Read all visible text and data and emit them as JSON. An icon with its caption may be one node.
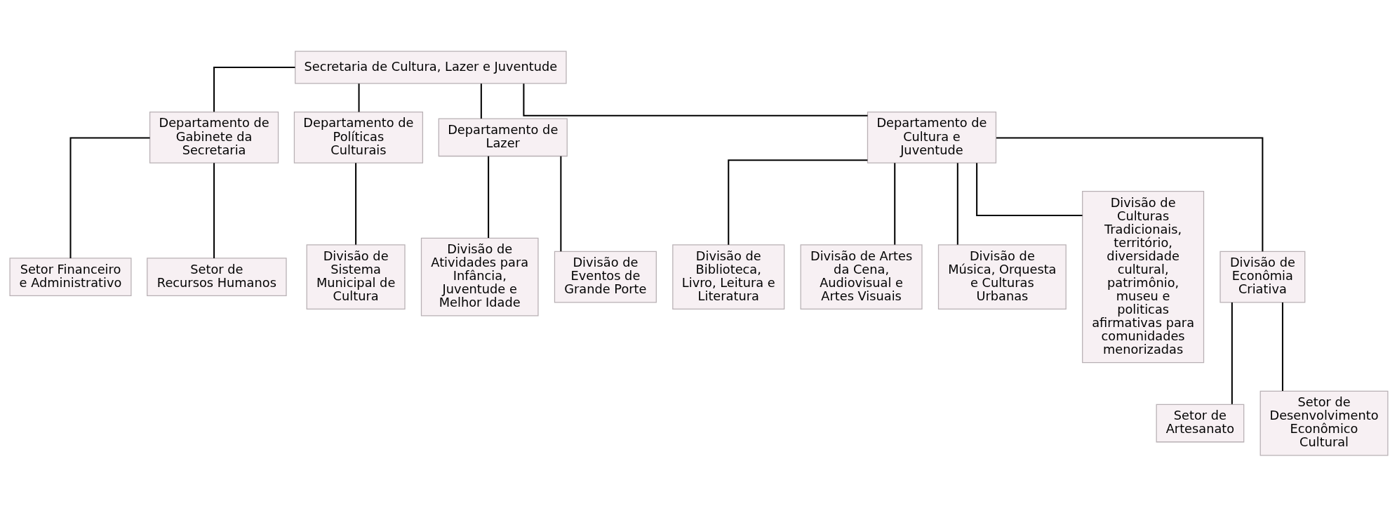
{
  "diagram": {
    "nodes": [
      {
        "text": [
          "Secretaria de Cultura, Lazer e Juventude"
        ]
      },
      {
        "text": [
          "Departamento de Gabinete da Secretaria"
        ]
      },
      {
        "text": [
          "Departamento de Políticas Culturais"
        ]
      },
      {
        "text": [
          "Departamento de Lazer"
        ]
      },
      {
        "text": [
          "Departamento de Cultura e Juventude"
        ]
      },
      {
        "text": [
          "Setor Financeiro e Administrativo"
        ]
      },
      {
        "text": [
          "Setor de Recursos Humanos"
        ]
      },
      {
        "text": [
          "Divisão de Sistema Municipal de Cultura"
        ]
      },
      {
        "text": [
          "Divisão de Atividades para Infância, Juventude e Melhor Idade"
        ]
      },
      {
        "text": [
          "Divisão de Eventos de Grande Porte"
        ]
      },
      {
        "text": [
          "Divisão de Biblioteca, Livro, Leitura e Literatura"
        ]
      },
      {
        "text": [
          "Divisão de Artes da Cena, Audiovisual e Artes Visuais"
        ]
      },
      {
        "text": [
          "Divisão de Música, Orquesta e Culturas Urbanas"
        ]
      },
      {
        "text": [
          "Divisão de Culturas Tradicionais, território, diversidade cultural, patrimônio, museu e politicas afirmativas para comunidades menorizadas"
        ]
      },
      {
        "text": [
          "Divisão de Econômia Criativa"
        ]
      },
      {
        "text": [
          "Setor de Artesanato"
        ]
      },
      {
        "text": [
          "Setor de Desenvolvimento Econômico Cultural"
        ]
      }
    ],
    "edges": [
      {
        "from": 0,
        "to": 1,
        "arrow": "none"
      },
      {
        "from": 0,
        "to": 2,
        "arrow": "none"
      },
      {
        "from": 0,
        "to": 3,
        "arrow": "none"
      },
      {
        "from": 0,
        "to": 4,
        "arrow": "none"
      },
      {
        "from": 1,
        "to": 5,
        "arrow": "none"
      },
      {
        "from": 1,
        "to": 6,
        "arrow": "none"
      },
      {
        "from": 2,
        "to": 7,
        "arrow": "none"
      },
      {
        "from": 3,
        "to": 8,
        "arrow": "none"
      },
      {
        "from": 3,
        "to": 9,
        "arrow": "none"
      },
      {
        "from": 4,
        "to": 10,
        "arrow": "none"
      },
      {
        "from": 4,
        "to": 11,
        "arrow": "none"
      },
      {
        "from": 4,
        "to": 12,
        "arrow": "none"
      },
      {
        "from": 4,
        "to": 13,
        "arrow": "none"
      },
      {
        "from": 4,
        "to": 14,
        "arrow": "none"
      },
      {
        "from": 14,
        "to": 15,
        "arrow": "none"
      },
      {
        "from": 14,
        "to": 16,
        "arrow": "none"
      }
    ]
  }
}
